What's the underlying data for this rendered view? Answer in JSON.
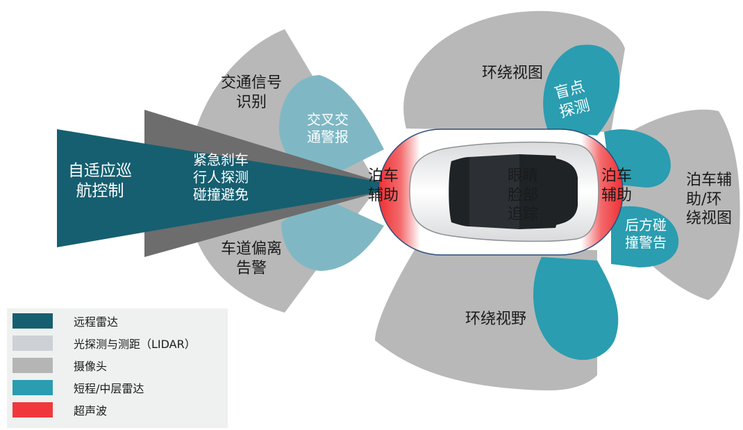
{
  "colors": {
    "long_range_radar": "#165f70",
    "lidar": "#cdd1d6",
    "camera": "#b5b5b5",
    "short_mid_radar": "#2a9db0",
    "ultrasonic": "#f0383c"
  },
  "diagram": {
    "labels": {
      "acc": "自适应巡\n航控制",
      "aeb": "紧急刹车\n行人探测\n碰撞避免",
      "traffic_sign": "交通信号\n识别",
      "cross_traffic": "交叉交\n通警报",
      "lane_departure": "车道偏离\n告警",
      "park_front": "泊车\n辅助",
      "driver_monitor": "眼睛\n脸部\n追踪",
      "park_rear": "泊车\n辅助",
      "surround_view_top": "环绕视图",
      "blind_spot": "盲点\n探测",
      "park_surround_right": "泊车辅\n助/环\n绕视图",
      "rear_collision": "后方碰\n撞警告",
      "surround_view_bottom": "环绕视野"
    }
  },
  "legend": {
    "items": [
      {
        "label": "远程雷达",
        "color": "#165f70"
      },
      {
        "label": "光探测与测距（LIDAR）",
        "color": "#cdd1d6"
      },
      {
        "label": "摄像头",
        "color": "#b5b5b5"
      },
      {
        "label": "短程/中层雷达",
        "color": "#2a9db0"
      },
      {
        "label": "超声波",
        "color": "#f0383c"
      }
    ]
  }
}
